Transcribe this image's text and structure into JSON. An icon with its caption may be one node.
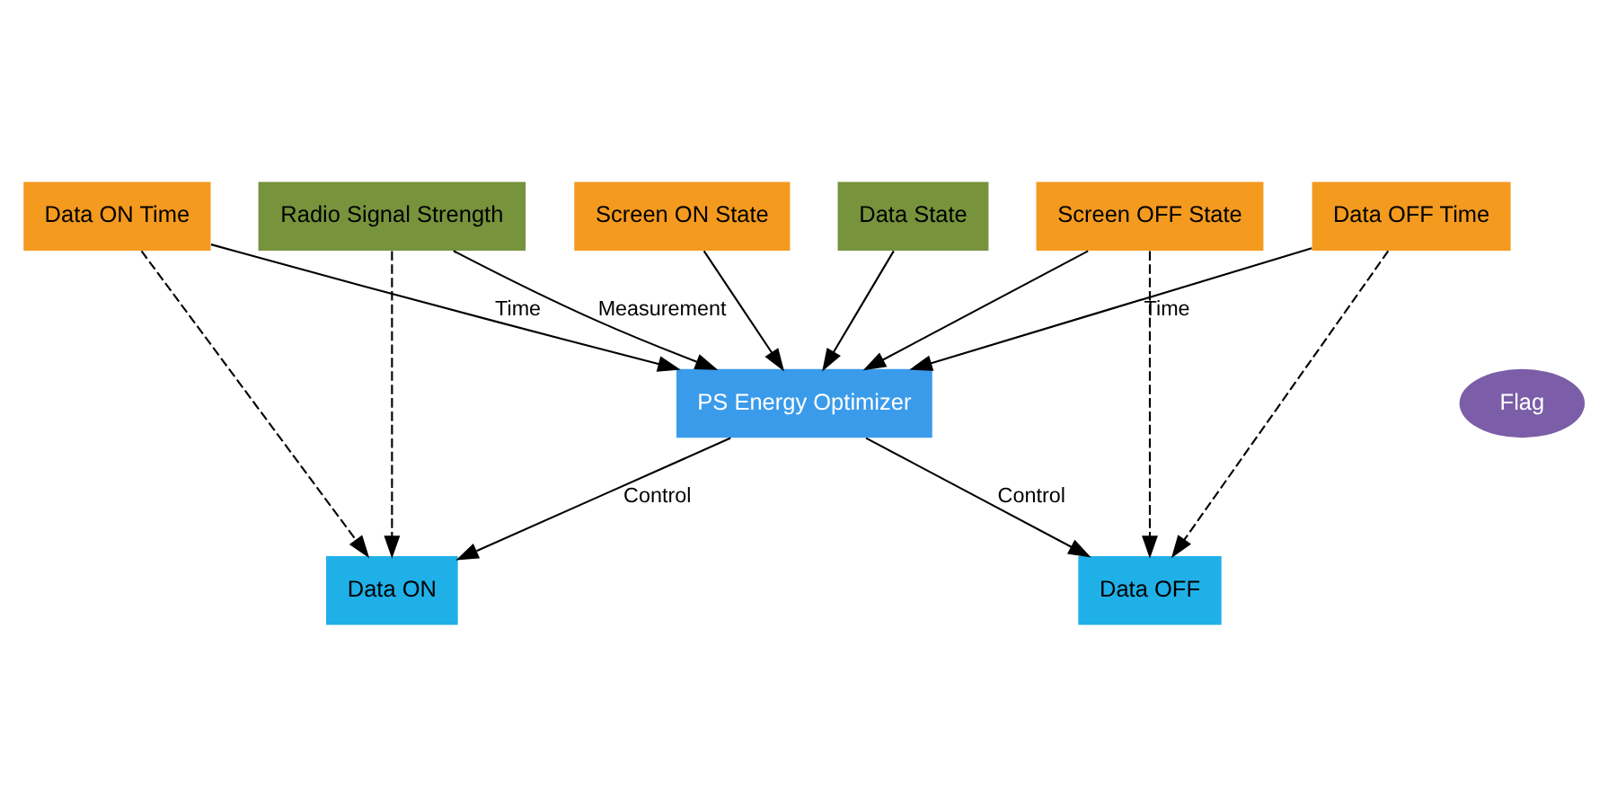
{
  "diagram": {
    "nodes": [
      {
        "text": [
          "PS Energy Optimizer"
        ]
      },
      {
        "text": [
          "Flag"
        ]
      },
      {
        "text": [
          "Radio Signal Strength"
        ]
      },
      {
        "text": [
          "Data ON Time"
        ]
      },
      {
        "text": [
          "Data OFF Time"
        ]
      },
      {
        "text": [
          "Screen ON State"
        ]
      },
      {
        "text": [
          "Screen OFF State"
        ]
      },
      {
        "text": [
          "Data State"
        ]
      },
      {
        "text": [
          "Data ON"
        ]
      },
      {
        "text": [
          "Data OFF"
        ]
      }
    ],
    "edges": [
      {
        "from": 2,
        "to": 0,
        "arrow": "to",
        "label": "Measurement"
      },
      {
        "from": 3,
        "to": 0,
        "arrow": "to",
        "label": "Time"
      },
      {
        "from": 4,
        "to": 0,
        "arrow": "to",
        "label": "Time"
      },
      {
        "from": 5,
        "to": 0,
        "arrow": "to"
      },
      {
        "from": 6,
        "to": 0,
        "arrow": "to"
      },
      {
        "from": 7,
        "to": 0,
        "arrow": "to"
      },
      {
        "from": 0,
        "to": 8,
        "arrow": "to",
        "label": "Control"
      },
      {
        "from": 0,
        "to": 9,
        "arrow": "to",
        "label": "Control"
      },
      {
        "from": 3,
        "to": 8,
        "arrow": "to",
        "style": "dashed"
      },
      {
        "from": 2,
        "to": 8,
        "arrow": "to",
        "style": "dashed"
      },
      {
        "from": 4,
        "to": 9,
        "arrow": "to",
        "style": "dashed"
      },
      {
        "from": 6,
        "to": 9,
        "arrow": "to",
        "style": "dashed"
      }
    ]
  }
}
